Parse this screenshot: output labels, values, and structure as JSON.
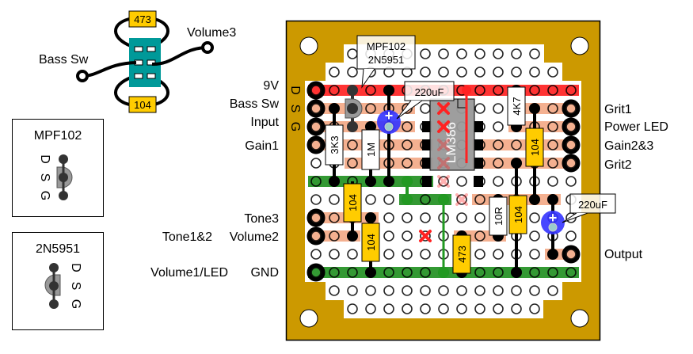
{
  "switch_diagram": {
    "cap_top": "473",
    "cap_bottom": "104",
    "label_left": "Bass Sw",
    "label_right": "Volume3"
  },
  "pinouts": [
    {
      "title": "MPF102",
      "pins": [
        "D",
        "S",
        "G"
      ]
    },
    {
      "title": "2N5951",
      "pins": [
        "D",
        "S",
        "G"
      ]
    }
  ],
  "board": {
    "dsg_labels": [
      "D",
      "S",
      "G"
    ],
    "left_labels": [
      "9V",
      "Bass Sw",
      "Input",
      "Gain1",
      "Tone3",
      "Volume2",
      "Tone1&2",
      "GND",
      "Volume1/LED"
    ],
    "right_labels": [
      "Grit1",
      "Power LED",
      "Gain2&3",
      "Grit2",
      "Output"
    ],
    "callouts": {
      "transistor": [
        "MPF102",
        "2N5951"
      ],
      "cap1": "220uF",
      "cap2": "220uF"
    },
    "components": {
      "r_3k3": "3K3",
      "r_1m": "1M",
      "r_4k7": "4K7",
      "r_10r": "10R",
      "c_104_a": "104",
      "c_104_b": "104",
      "c_104_c": "104",
      "c_104_d": "104",
      "c_473": "473",
      "ic": "LM386"
    },
    "colors": {
      "board": "#CC9900",
      "power_strip": "#FF3333",
      "ground_strip": "#339933",
      "signal_strip": "#F4B090",
      "cap_body": "#FFCC00",
      "electrolytic": "#3333FF",
      "switch_body": "#009999",
      "cut_mark": "#FF0000"
    }
  }
}
